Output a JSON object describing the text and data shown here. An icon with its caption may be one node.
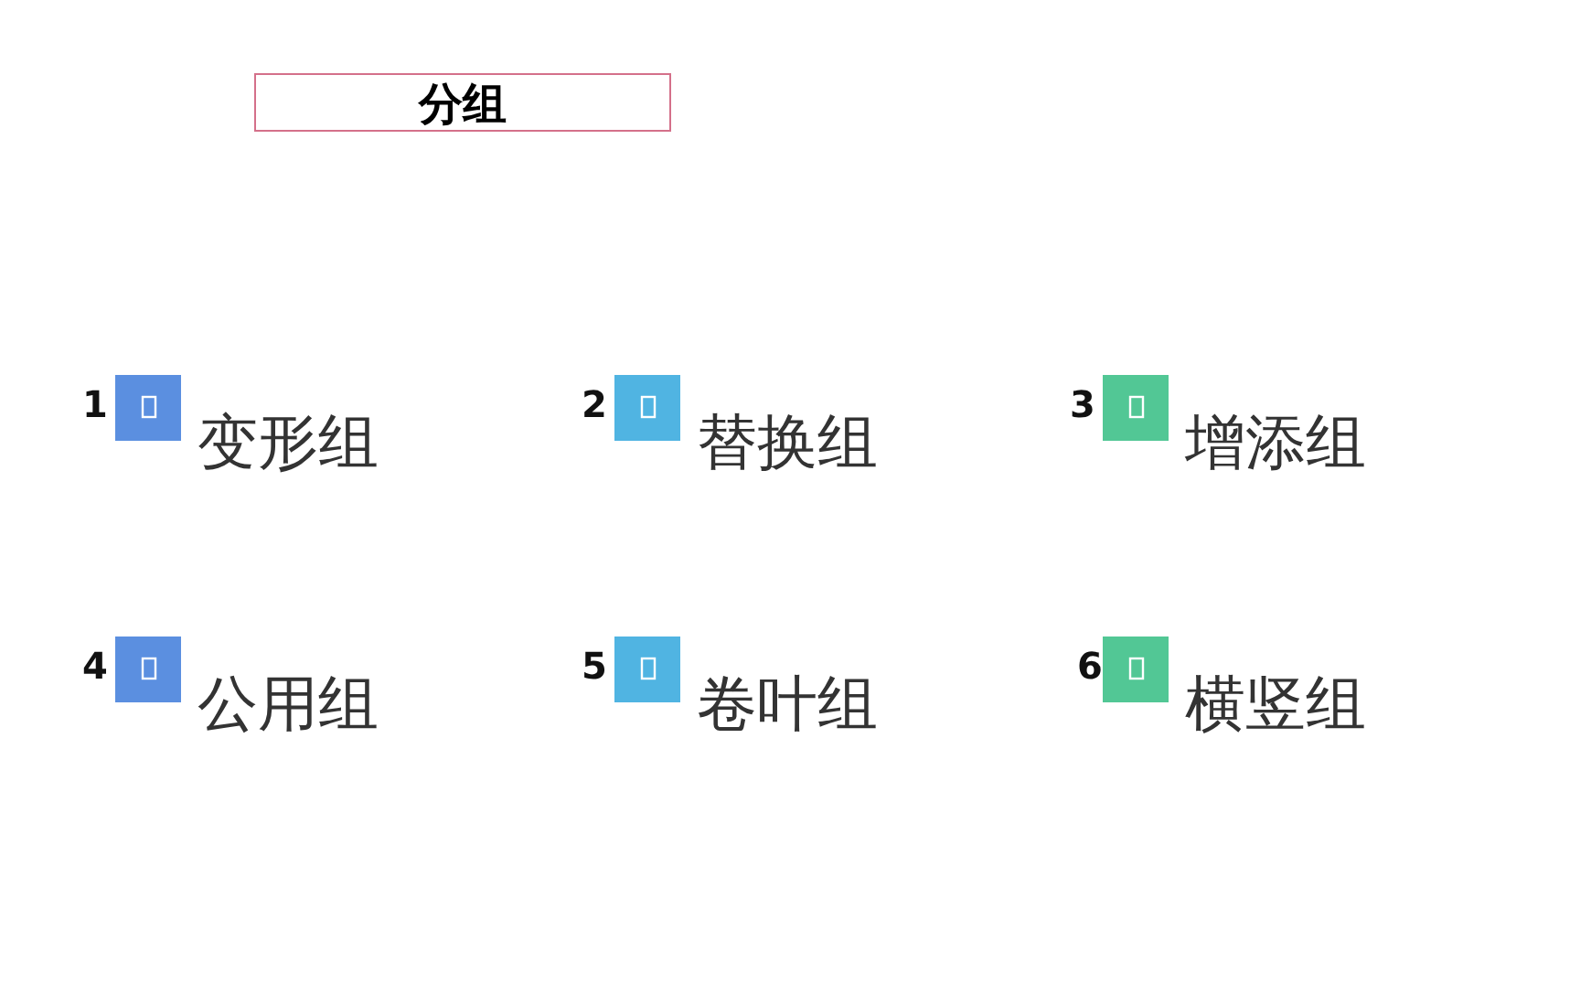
{
  "diagram": {
    "title": "分组",
    "labels": [
      "1",
      "变形组",
      "2",
      "替换组",
      "3",
      "增添组",
      "4",
      "公用组",
      "5",
      "卷叶组",
      "6",
      "横竖组"
    ]
  }
}
